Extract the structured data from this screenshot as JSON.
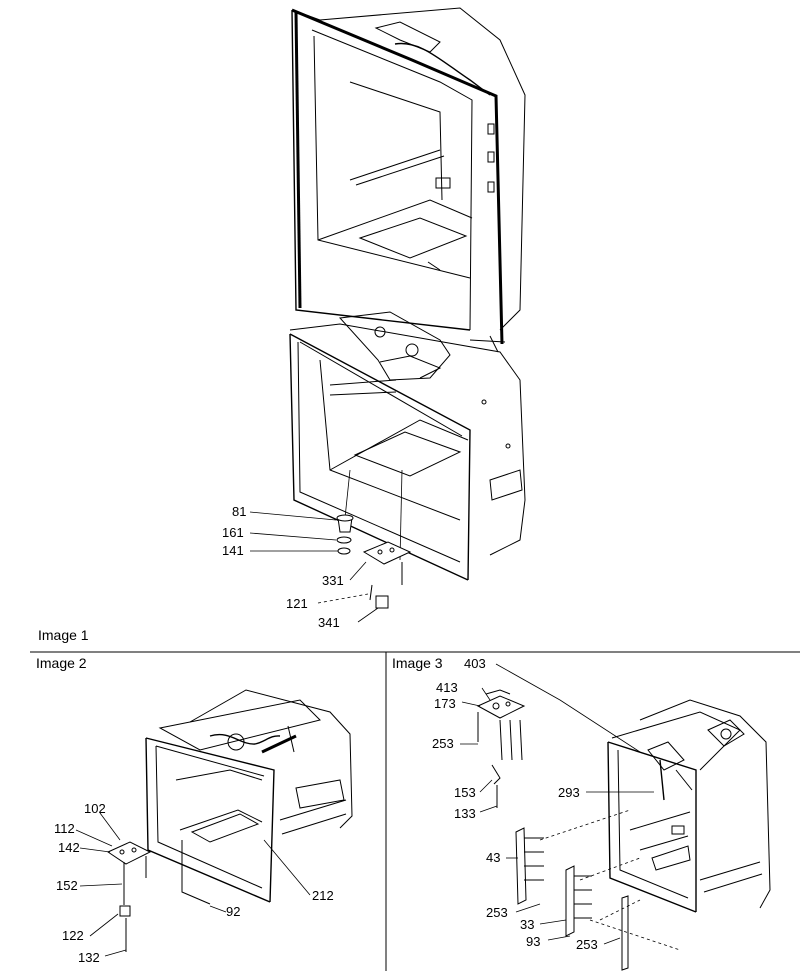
{
  "captions": {
    "image1": "Image 1",
    "image2": "Image 2",
    "image3": "Image 3"
  },
  "image1_parts": [
    "81",
    "161",
    "141",
    "331",
    "121",
    "341"
  ],
  "image2_parts": [
    "102",
    "112",
    "142",
    "152",
    "122",
    "132",
    "92",
    "212"
  ],
  "image3_parts": [
    "403",
    "413",
    "173",
    "253",
    "153",
    "133",
    "293",
    "43",
    "253",
    "33",
    "93",
    "253"
  ]
}
